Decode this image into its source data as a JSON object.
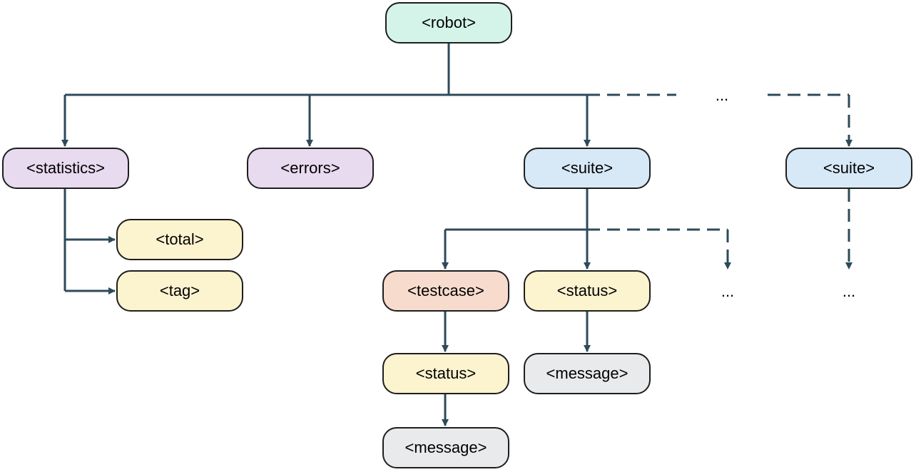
{
  "colors": {
    "connector": "#2e4a5a",
    "node_border": "#1e1e1e",
    "root_fill": "#d4f4ea",
    "meta_fill": "#e8daef",
    "suite_fill": "#d7e9f7",
    "leaf_fill": "#fcf3cf",
    "testcase_fill": "#f7dccd",
    "message_fill": "#e9eaec"
  },
  "nodes": {
    "robot": "<robot>",
    "statistics": "<statistics>",
    "errors": "<errors>",
    "suite_1": "<suite>",
    "suite_2": "<suite>",
    "total": "<total>",
    "tag": "<tag>",
    "testcase": "<testcase>",
    "suite_status": "<status>",
    "testcase_status": "<status>",
    "suite_message": "<message>",
    "testcase_message": "<message>"
  },
  "ellipses": {
    "top_row": "...",
    "suite_children": "...",
    "suite_2_children": "..."
  }
}
